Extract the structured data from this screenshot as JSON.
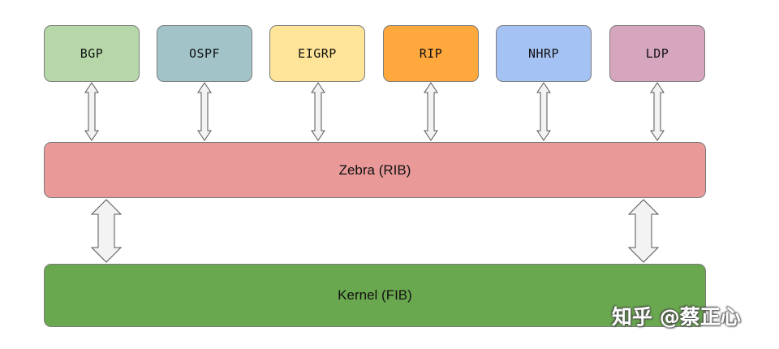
{
  "protocols": [
    {
      "label": "BGP",
      "color": "#b6d7a8"
    },
    {
      "label": "OSPF",
      "color": "#a2c4c9"
    },
    {
      "label": "EIGRP",
      "color": "#ffe599"
    },
    {
      "label": "RIP",
      "color": "#ffa83d"
    },
    {
      "label": "NHRP",
      "color": "#a4c2f4"
    },
    {
      "label": "LDP",
      "color": "#d5a6bd"
    }
  ],
  "zebra": {
    "label": "Zebra (RIB)",
    "color": "#ea9999"
  },
  "kernel": {
    "label": "Kernel (FIB)",
    "color": "#6aa84f"
  },
  "watermark": {
    "text": "知乎 @蔡正心"
  },
  "arrow_fill": "#f3f3f3"
}
